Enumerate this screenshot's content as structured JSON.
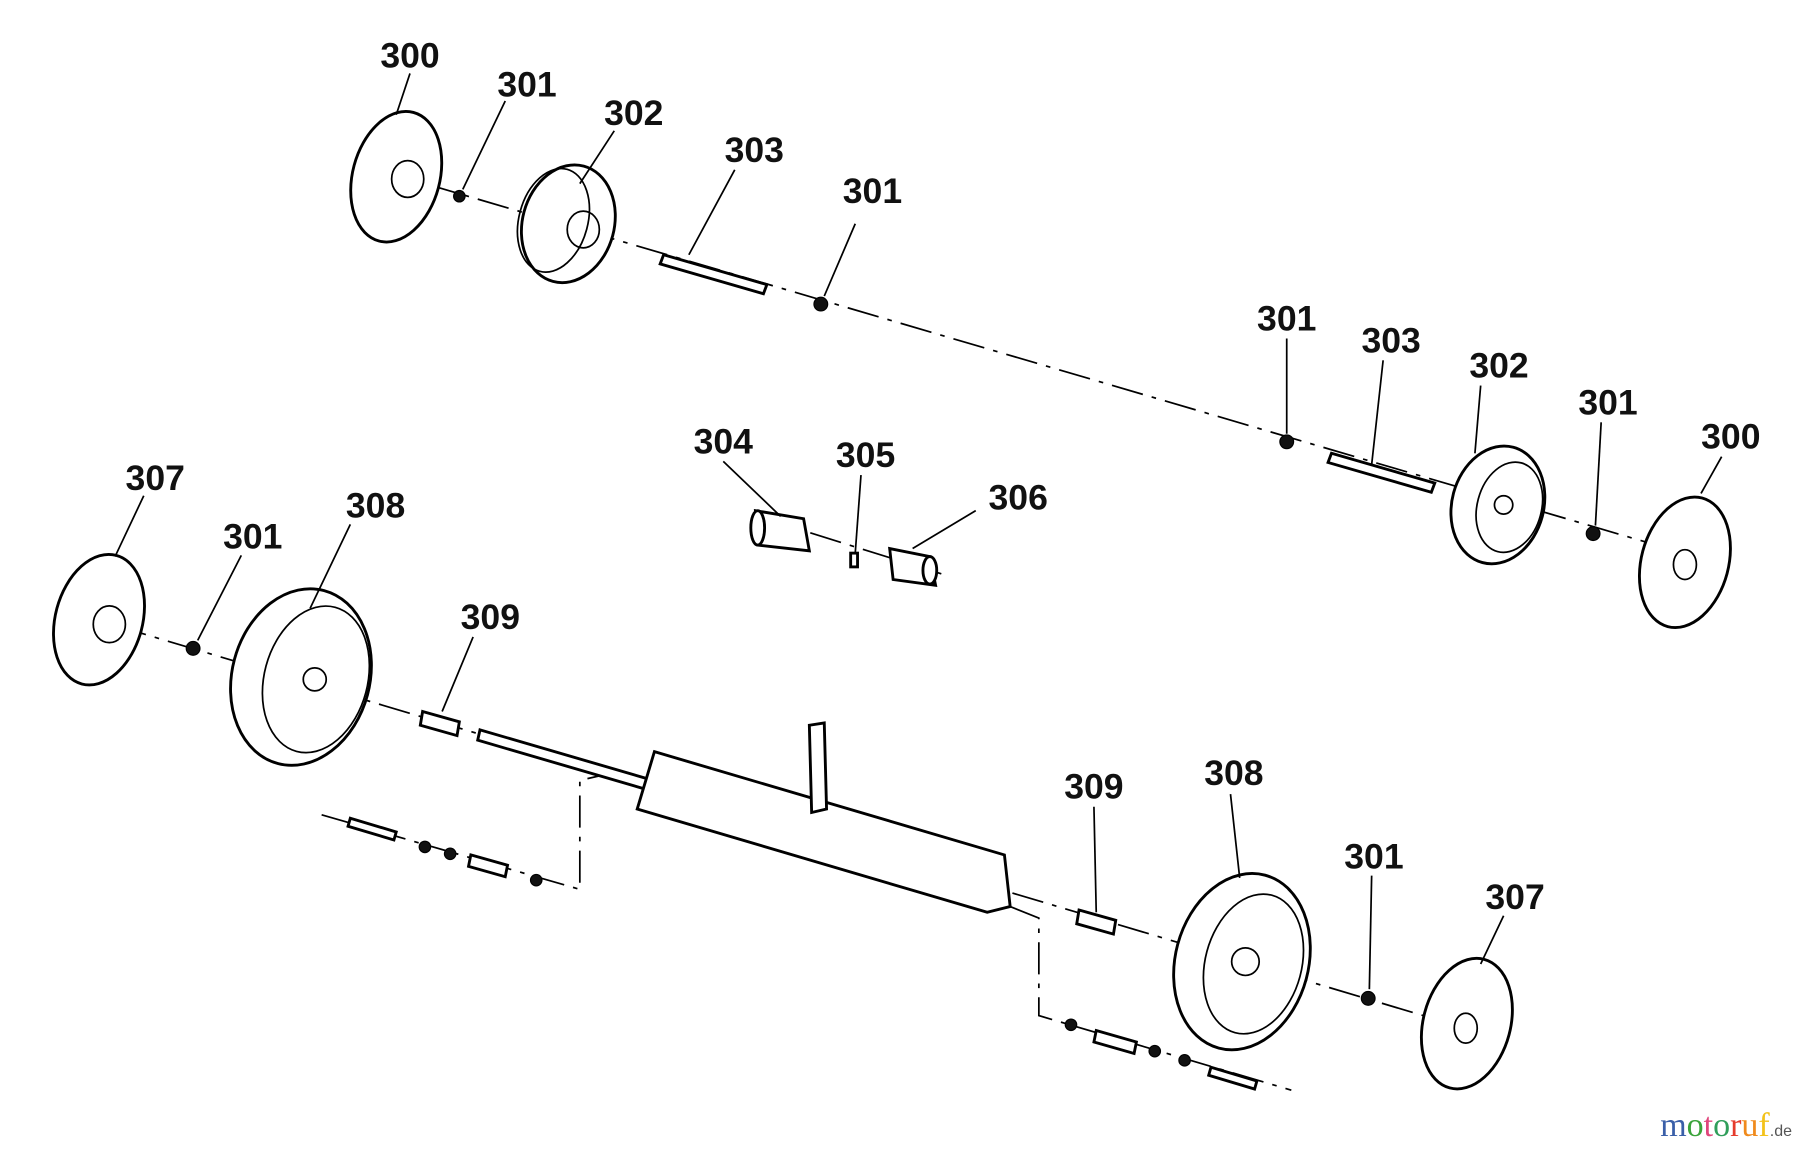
{
  "diagram": {
    "callouts": [
      {
        "id": "300a",
        "text": "300"
      },
      {
        "id": "301a",
        "text": "301"
      },
      {
        "id": "302a",
        "text": "302"
      },
      {
        "id": "303a",
        "text": "303"
      },
      {
        "id": "301b",
        "text": "301"
      },
      {
        "id": "301c",
        "text": "301"
      },
      {
        "id": "303b",
        "text": "303"
      },
      {
        "id": "302b",
        "text": "302"
      },
      {
        "id": "301d",
        "text": "301"
      },
      {
        "id": "300b",
        "text": "300"
      },
      {
        "id": "304",
        "text": "304"
      },
      {
        "id": "305",
        "text": "305"
      },
      {
        "id": "306",
        "text": "306"
      },
      {
        "id": "307a",
        "text": "307"
      },
      {
        "id": "301e",
        "text": "301"
      },
      {
        "id": "308a",
        "text": "308"
      },
      {
        "id": "309a",
        "text": "309"
      },
      {
        "id": "309b",
        "text": "309"
      },
      {
        "id": "308b",
        "text": "308"
      },
      {
        "id": "301f",
        "text": "301"
      },
      {
        "id": "307b",
        "text": "307"
      }
    ]
  },
  "watermark": {
    "brand": "motoruf",
    "tld": ".de",
    "colors": [
      "#3a5fa8",
      "#3aa33a",
      "#e0457b",
      "#2f9e5a",
      "#e53b2c",
      "#f08a1c",
      "#f3c21a"
    ]
  }
}
